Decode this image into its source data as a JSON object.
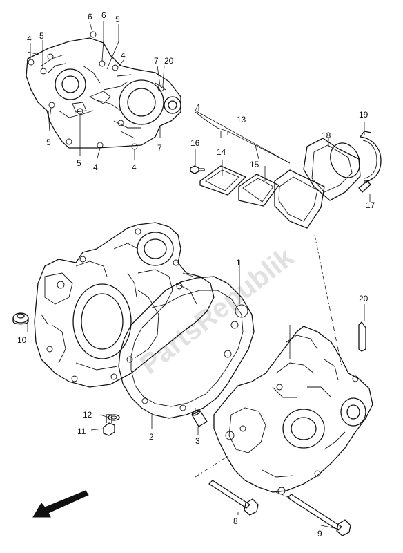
{
  "watermark": "PartsRepublik",
  "callouts": {
    "c1": "1",
    "c2": "2",
    "c3": "3",
    "c4a": "4",
    "c4b": "4",
    "c4c": "4",
    "c4d": "4",
    "c5a": "5",
    "c5b": "5",
    "c5c": "5",
    "c5d": "5",
    "c6a": "6",
    "c6b": "6",
    "c7a": "7",
    "c7b": "7",
    "c8": "8",
    "c9": "9",
    "c10": "10",
    "c11": "11",
    "c12": "12",
    "c13": "13",
    "c14": "14",
    "c15": "15",
    "c16": "16",
    "c17": "17",
    "c18": "18",
    "c19": "19",
    "c20a": "20",
    "c20b": "20"
  },
  "icons": {
    "front_arrow": "direction-arrow-icon"
  }
}
